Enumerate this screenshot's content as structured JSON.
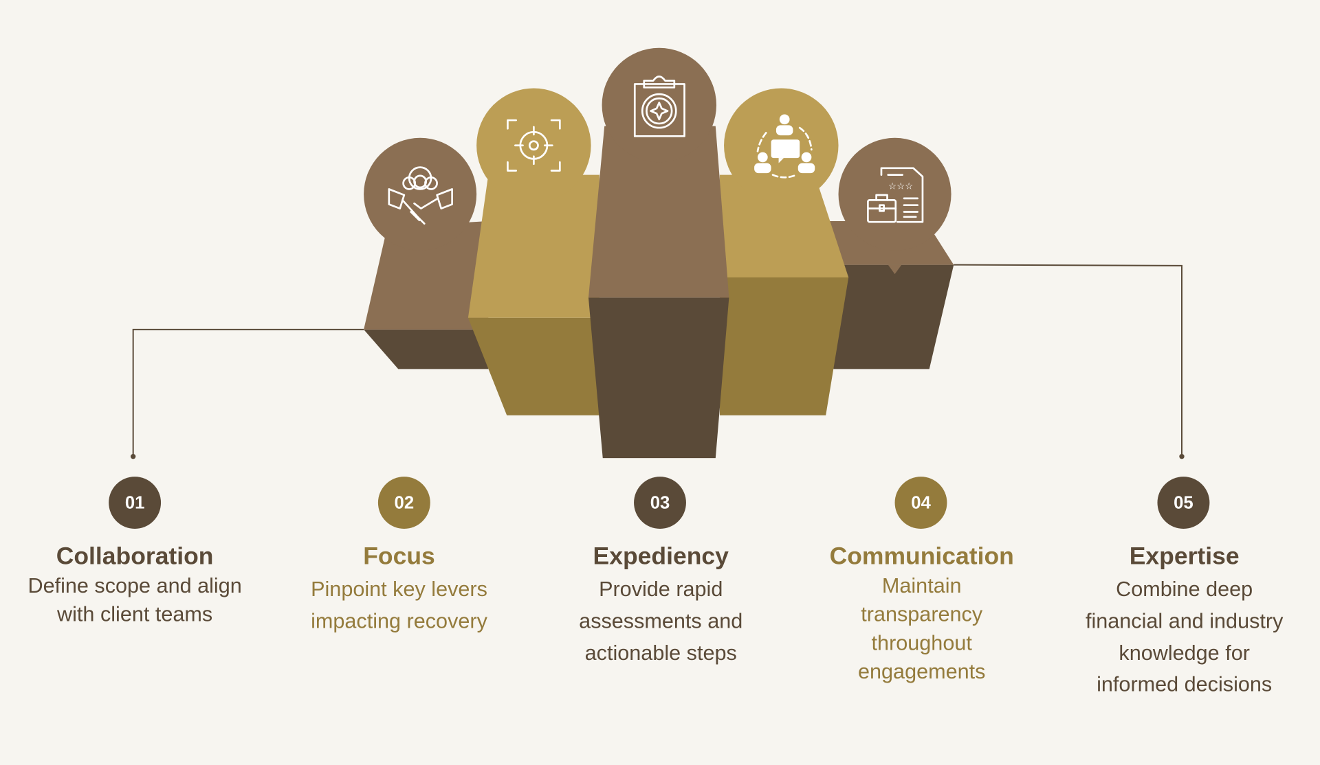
{
  "colors": {
    "background": "#F7F5F0",
    "brown_light": "#8B6F53",
    "brown_dark": "#5A4A38",
    "gold_light": "#BC9E55",
    "gold_dark": "#947B3C"
  },
  "steps": [
    {
      "number": "01",
      "title": "Collaboration",
      "desc": [
        "Define scope and align",
        "with client teams"
      ],
      "icon": "handshake-team-icon"
    },
    {
      "number": "02",
      "title": "Focus",
      "desc": [
        "Pinpoint key levers",
        "impacting recovery"
      ],
      "icon": "target-icon"
    },
    {
      "number": "03",
      "title": "Expediency",
      "desc": [
        "Provide rapid",
        "assessments and",
        "actionable steps"
      ],
      "icon": "clipboard-compass-icon"
    },
    {
      "number": "04",
      "title": "Communication",
      "desc": [
        "Maintain",
        "transparency",
        "throughout",
        "engagements"
      ],
      "icon": "team-chat-icon"
    },
    {
      "number": "05",
      "title": "Expertise",
      "desc": [
        "Combine deep",
        "financial and industry",
        "knowledge for",
        "informed decisions"
      ],
      "icon": "briefcase-review-icon"
    }
  ]
}
